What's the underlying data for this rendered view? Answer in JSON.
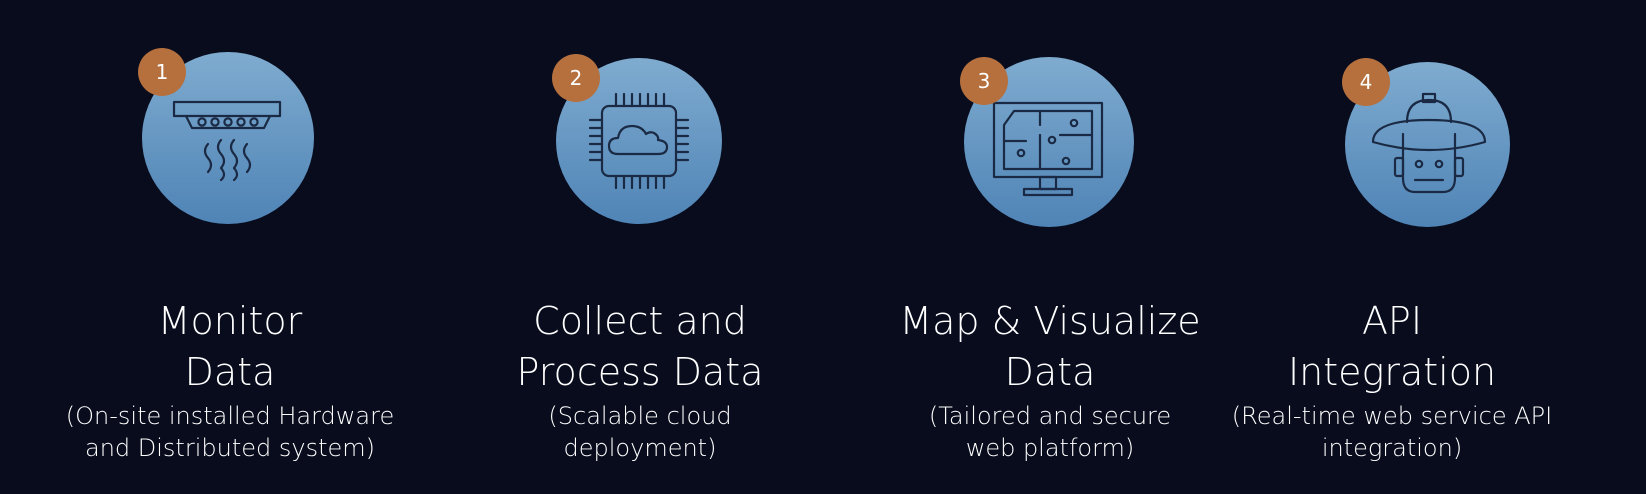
{
  "steps": [
    {
      "number": "1",
      "icon": "sensor-icon",
      "title": [
        "Monitor",
        "Data"
      ],
      "description": [
        "(On-site installed Hardware",
        "and Distributed system)"
      ]
    },
    {
      "number": "2",
      "icon": "cloud-chip-icon",
      "title": [
        "Collect and",
        "Process Data"
      ],
      "description": [
        "(Scalable cloud",
        "deployment)"
      ]
    },
    {
      "number": "3",
      "icon": "monitor-map-icon",
      "title": [
        "Map & Visualize",
        "Data"
      ],
      "description": [
        "(Tailored and secure",
        "web platform)"
      ]
    },
    {
      "number": "4",
      "icon": "robot-hardhat-icon",
      "title": [
        "API",
        "Integration"
      ],
      "description": [
        "(Real-time web service API",
        "integration)"
      ]
    }
  ],
  "colors": {
    "background": "#080c1d",
    "circle_top": "#7fabcf",
    "circle_bottom": "#4f84b6",
    "badge": "#b5703d",
    "icon_stroke": "#1b2a44",
    "text": "#ffffff"
  }
}
